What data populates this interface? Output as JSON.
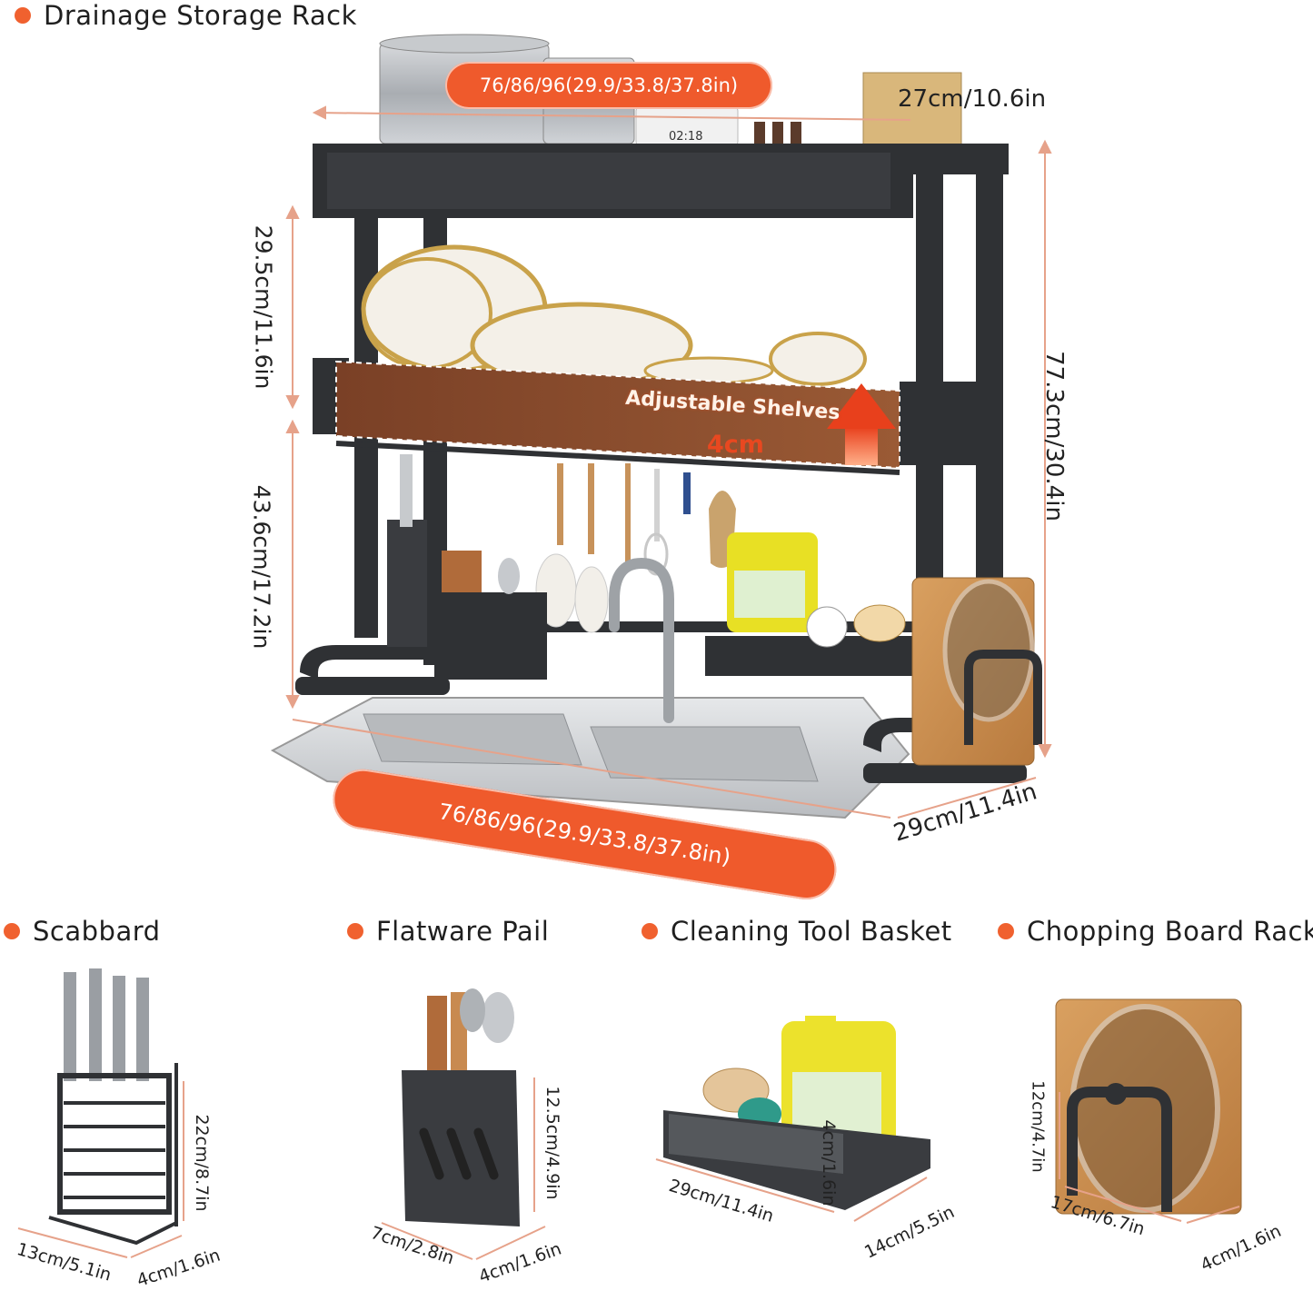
{
  "main": {
    "title": "Drainage Storage Rack",
    "top_width": "76/86/96(29.9/33.8/37.8in)",
    "top_depth": "27cm/10.6in",
    "upper_height": "29.5cm/11.6in",
    "lower_height": "43.6cm/17.2in",
    "total_height": "77.3cm/30.4in",
    "adjust_label": "Adjustable Shelves",
    "adjust_value": "4cm",
    "bottom_width": "76/86/96(29.9/33.8/37.8in)",
    "bottom_depth": "29cm/11.4in",
    "timer_display": "02:18"
  },
  "accessories": [
    {
      "title": "Scabbard",
      "height": "22cm/8.7in",
      "width": "13cm/5.1in",
      "depth": "4cm/1.6in"
    },
    {
      "title": "Flatware Pail",
      "height": "12.5cm/4.9in",
      "width": "7cm/2.8in",
      "depth": "4cm/1.6in"
    },
    {
      "title": "Cleaning Tool Basket",
      "height": "4cm/1.6in",
      "width": "29cm/11.4in",
      "depth": "14cm/5.5in"
    },
    {
      "title": "Chopping Board Rack",
      "height": "12cm/4.7in",
      "width": "17cm/6.7in",
      "depth": "4cm/1.6in"
    }
  ],
  "colors": {
    "accent": "#ef5a2c",
    "rack_frame": "#2f3134",
    "shelf_highlight": "#8a4a2c",
    "wood": "#c98a4a"
  }
}
